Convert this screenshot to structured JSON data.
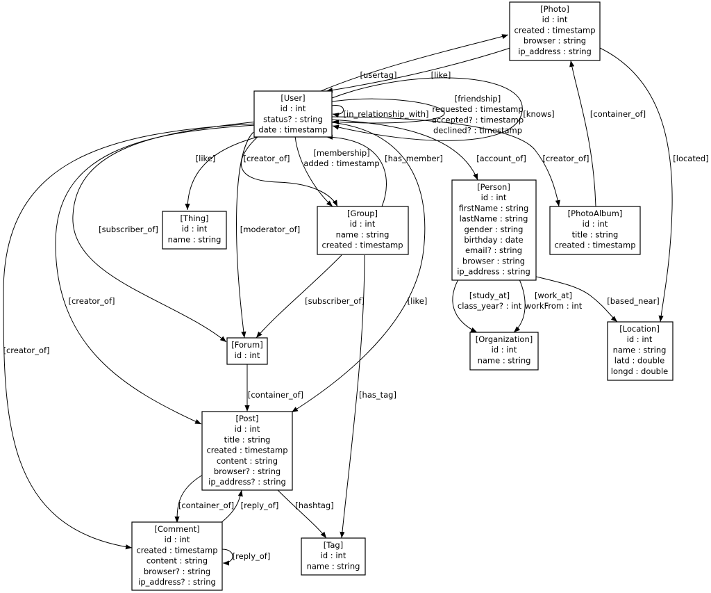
{
  "nodes": {
    "photo": [
      "[Photo]",
      "id : int",
      "created : timestamp",
      "browser : string",
      "ip_address : string"
    ],
    "user": [
      "[User]",
      "id : int",
      "status? : string",
      "date : timestamp"
    ],
    "person": [
      "[Person]",
      "id : int",
      "firstName : string",
      "lastName : string",
      "gender : string",
      "birthday : date",
      "email? : string",
      "browser : string",
      "ip_address : string"
    ],
    "photoalbum": [
      "[PhotoAlbum]",
      "id : int",
      "title : string",
      "created : timestamp"
    ],
    "thing": [
      "[Thing]",
      "id : int",
      "name : string"
    ],
    "group": [
      "[Group]",
      "id : int",
      "name : string",
      "created : timestamp"
    ],
    "forum": [
      "[Forum]",
      "id : int"
    ],
    "organization": [
      "[Organization]",
      "id : int",
      "name : string"
    ],
    "location": [
      "[Location]",
      "id : int",
      "name : string",
      "latd : double",
      "longd : double"
    ],
    "post": [
      "[Post]",
      "id : int",
      "title : string",
      "created : timestamp",
      "content : string",
      "browser? : string",
      "ip_address? : string"
    ],
    "comment": [
      "[Comment]",
      "id : int",
      "created : timestamp",
      "content : string",
      "browser? : string",
      "ip_address? : string"
    ],
    "tag": [
      "[Tag]",
      "id : int",
      "name : string"
    ]
  },
  "edges": {
    "usertag": [
      "[usertag]"
    ],
    "photo_like": [
      "[like]"
    ],
    "in_relationship": [
      "[in_relationship_with]"
    ],
    "friendship": [
      "[friendship]",
      "requested : timestamp",
      "accepted? : timestamp",
      "declined? : timestamp"
    ],
    "knows": [
      "[knows]"
    ],
    "photo_container": [
      "[container_of]"
    ],
    "located": [
      "[located]"
    ],
    "thing_like": [
      "[like]"
    ],
    "creator_of_group": [
      "[creator_of]"
    ],
    "membership": [
      "[membership]",
      "added : timestamp"
    ],
    "has_member": [
      "[has_member]"
    ],
    "account_of": [
      "[account_of]"
    ],
    "creator_of_album": [
      "[creator_of]"
    ],
    "subscriber_of_user": [
      "[subscriber_of]"
    ],
    "moderator_of": [
      "[moderator_of]"
    ],
    "subscriber_of_group": [
      "[subscriber_of]"
    ],
    "creator_of_post": [
      "[creator_of]"
    ],
    "post_like": [
      "[like]"
    ],
    "study_at": [
      "[study_at]",
      "class_year? : int"
    ],
    "work_at": [
      "[work_at]",
      "workFrom : int"
    ],
    "based_near": [
      "[based_near]"
    ],
    "creator_of_comment": [
      "[creator_of]"
    ],
    "forum_container": [
      "[container_of]"
    ],
    "has_tag": [
      "[has_tag]"
    ],
    "post_container": [
      "[container_of]"
    ],
    "reply_of_post": [
      "[reply_of]"
    ],
    "hashtag": [
      "[hashtag]"
    ],
    "reply_of_comment": [
      "[reply_of]"
    ]
  }
}
